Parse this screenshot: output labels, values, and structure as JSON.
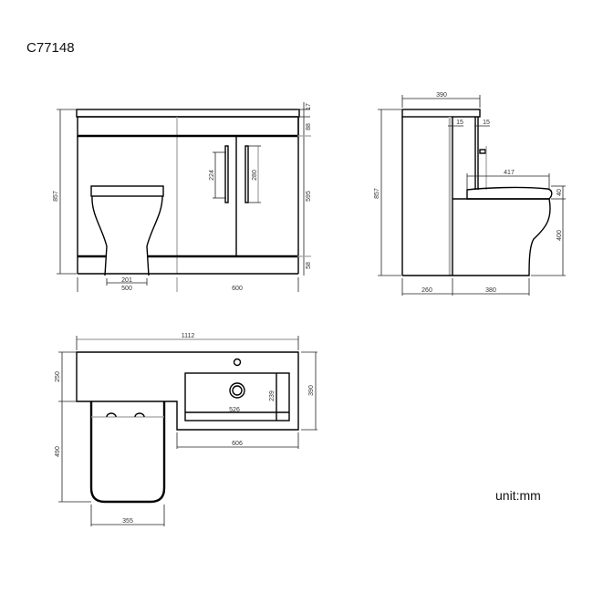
{
  "product_code": "C77148",
  "unit_note": "unit:mm",
  "views": {
    "front": {
      "overall_height": "857",
      "right_stack": [
        "17",
        "88",
        "595",
        "58"
      ],
      "handle_left": "224",
      "handle_right": "280",
      "toilet_width": "201",
      "bottom_left_width": "500",
      "bottom_right_width": "600"
    },
    "side": {
      "overall_height": "857",
      "top_depth": "390",
      "gap_left": "15",
      "gap_right": "15",
      "seat_length": "417",
      "seat_thickness": "40",
      "pan_height": "400",
      "base_left": "260",
      "base_right": "380"
    },
    "top": {
      "overall_width": "1112",
      "left_depth": "250",
      "right_depth": "390",
      "basin_depth": "239",
      "basin_width": "526",
      "vanity_width": "606",
      "toilet_depth": "490",
      "toilet_width": "355"
    }
  }
}
